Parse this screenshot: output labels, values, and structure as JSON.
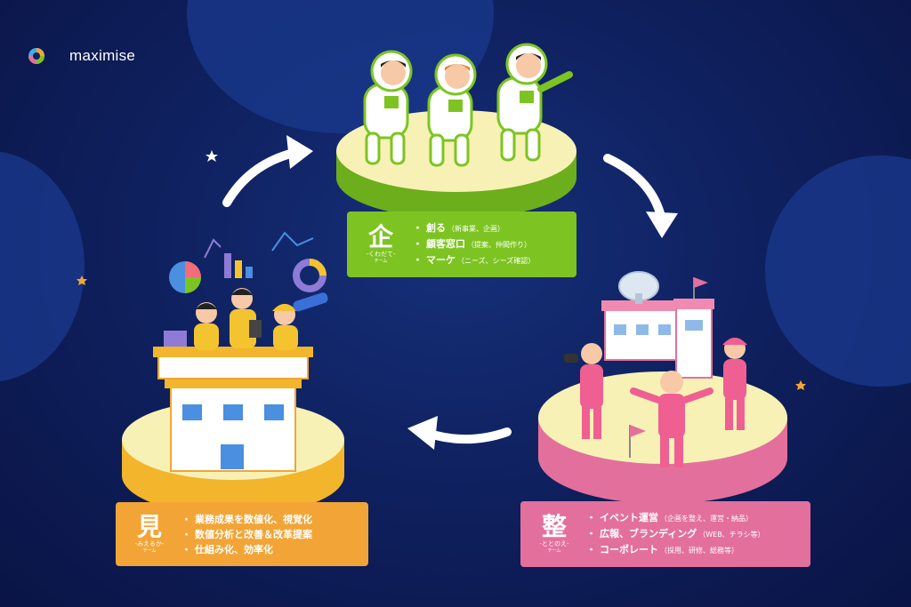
{
  "brand": {
    "name": "maximise"
  },
  "teams": [
    {
      "kanji": "企",
      "reading": "-くわだて-",
      "team_label": "チーム",
      "items": [
        {
          "main": "創る",
          "sub": "（新事業、企画）"
        },
        {
          "main": "顧客窓口",
          "sub": "（提案、仲間作り）"
        },
        {
          "main": "マーケ",
          "sub": "（ニーズ、シーズ確認）"
        }
      ]
    },
    {
      "kanji": "整",
      "reading": "-ととのえ-",
      "team_label": "チーム",
      "items": [
        {
          "main": "イベント運営",
          "sub": "（企画を整え、運営・納品）"
        },
        {
          "main": "広報、ブランディング",
          "sub": "（WEB、チラシ等）"
        },
        {
          "main": "コーポレート",
          "sub": "（採用、研修、総務等）"
        }
      ]
    },
    {
      "kanji": "見",
      "reading": "-みえるか-",
      "team_label": "チーム",
      "items": [
        {
          "main": "業務成果を数値化、視覚化",
          "sub": ""
        },
        {
          "main": "数値分析と改善＆改革提案",
          "sub": ""
        },
        {
          "main": "仕組み化、効率化",
          "sub": ""
        }
      ]
    }
  ],
  "colors": {
    "background": "#0f2160",
    "green_team": "#7dc423",
    "pink_team": "#e3709c",
    "orange_team": "#f2a536",
    "platform_top": "#f7f1b5"
  },
  "icons": [
    "logo-mark-icon",
    "cycle-arrow-icon",
    "star-icon",
    "pie-chart-icon",
    "bar-chart-icon",
    "line-chart-icon",
    "donut-chart-icon",
    "satellite-dish-icon",
    "flag-icon",
    "telescope-icon",
    "laptop-icon"
  ]
}
